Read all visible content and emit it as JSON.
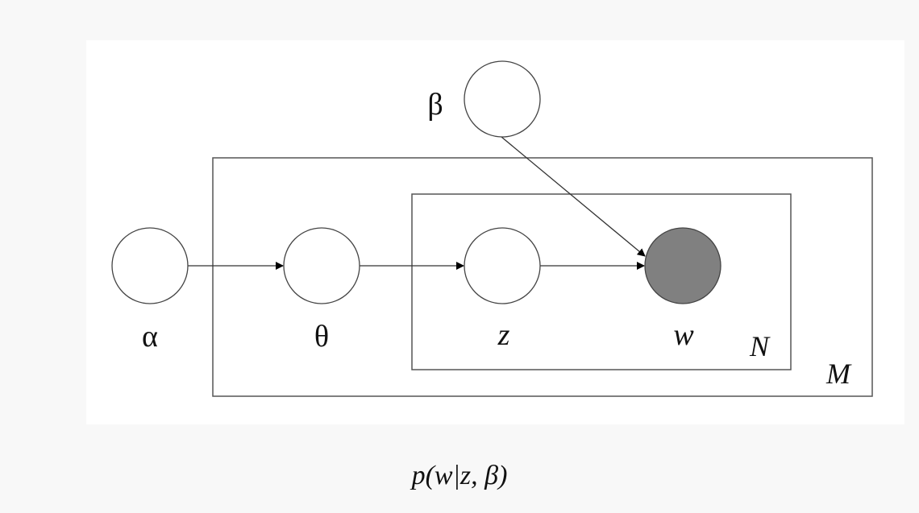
{
  "diagram": {
    "title": "LDA plate notation",
    "nodes": [
      {
        "id": "alpha",
        "label": "α",
        "observed": false
      },
      {
        "id": "theta",
        "label": "θ",
        "observed": false
      },
      {
        "id": "z",
        "label": "z",
        "observed": false
      },
      {
        "id": "w",
        "label": "w",
        "observed": true
      },
      {
        "id": "beta",
        "label": "β",
        "observed": false
      }
    ],
    "edges": [
      {
        "from": "alpha",
        "to": "theta"
      },
      {
        "from": "theta",
        "to": "z"
      },
      {
        "from": "z",
        "to": "w"
      },
      {
        "from": "beta",
        "to": "w"
      }
    ],
    "plates": [
      {
        "id": "M",
        "label": "M",
        "contains": [
          "theta",
          "z",
          "w"
        ]
      },
      {
        "id": "N",
        "label": "N",
        "contains": [
          "z",
          "w"
        ]
      }
    ],
    "colors": {
      "observed_fill": "#808080",
      "stroke": "#333333"
    }
  },
  "formula": "p(w|z, β)"
}
